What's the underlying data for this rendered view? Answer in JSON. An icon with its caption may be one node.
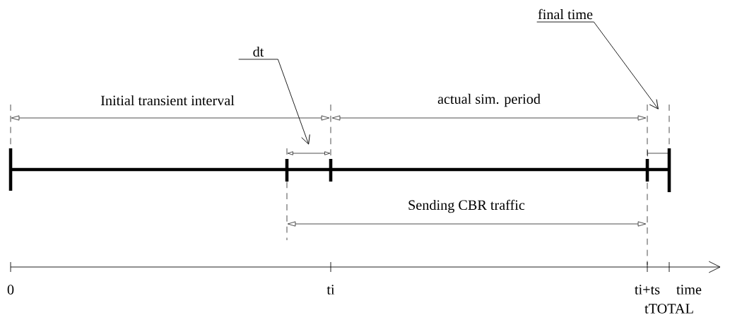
{
  "diagram": {
    "nodes": [
      {
        "text": [
          "dt"
        ]
      },
      {
        "text": [
          "final time"
        ]
      }
    ],
    "edges": [
      {
        "from": 0,
        "to": null,
        "arrow": "to"
      },
      {
        "from": 1,
        "to": null,
        "arrow": "to"
      }
    ],
    "labels": [
      "Initial transient interval",
      "actual sim. period",
      "Sending CBR traffic",
      "0",
      "ti",
      "ti+ts",
      "time",
      "tTOTAL"
    ]
  }
}
